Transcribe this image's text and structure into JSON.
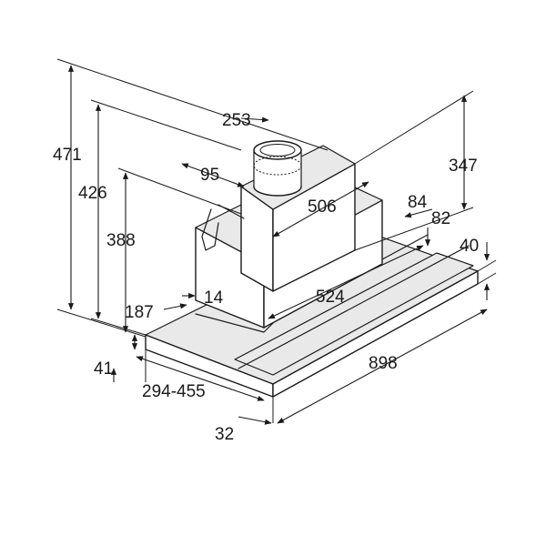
{
  "dimensions": {
    "d471": "471",
    "d426": "426",
    "d388": "388",
    "d253": "253",
    "d95": "95",
    "d506": "506",
    "d347": "347",
    "d84": "84",
    "d82": "82",
    "d40": "40",
    "d14": "14",
    "d524": "524",
    "d187": "187",
    "d41": "41",
    "d294_455": "294-455",
    "d898": "898",
    "d32": "32"
  }
}
